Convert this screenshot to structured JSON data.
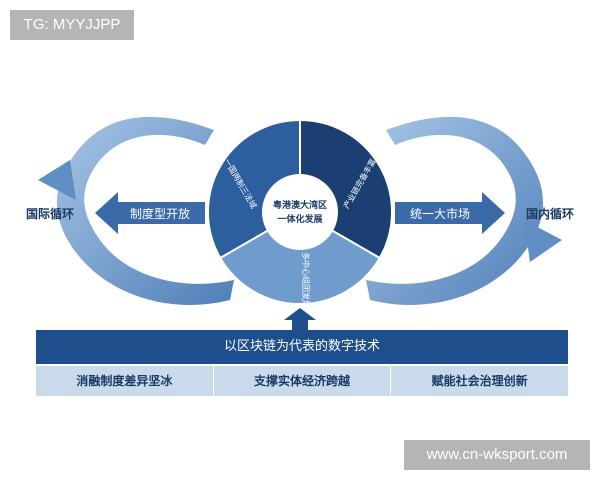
{
  "watermark_top": "TG: MYYJJPP",
  "watermark_bottom": "www.cn-wksport.com",
  "center_label_line1": "粤港澳大湾区",
  "center_label_line2": "一体化发展",
  "segments": {
    "left": "一国两制三法域",
    "right": "产业链完备丰富",
    "bottom": "多中心组团发展"
  },
  "left_arrow_label": "制度型开放",
  "right_arrow_label": "统一大市场",
  "left_outer_label": "国际循环",
  "right_outer_label": "国内循环",
  "bottom_bar_title": "以区块链为代表的数字技术",
  "bottom_items": [
    "消融制度差异坚冰",
    "支撑实体经济跨越",
    "赋能社会治理创新"
  ],
  "colors": {
    "dark_navy": "#1c3f73",
    "medium_blue": "#2d5e9e",
    "light_blue": "#6f9ccc",
    "loop_blue": "#7aa6d3",
    "bar_blue": "#1e4e8c",
    "cell_blue": "#c9daeb"
  }
}
